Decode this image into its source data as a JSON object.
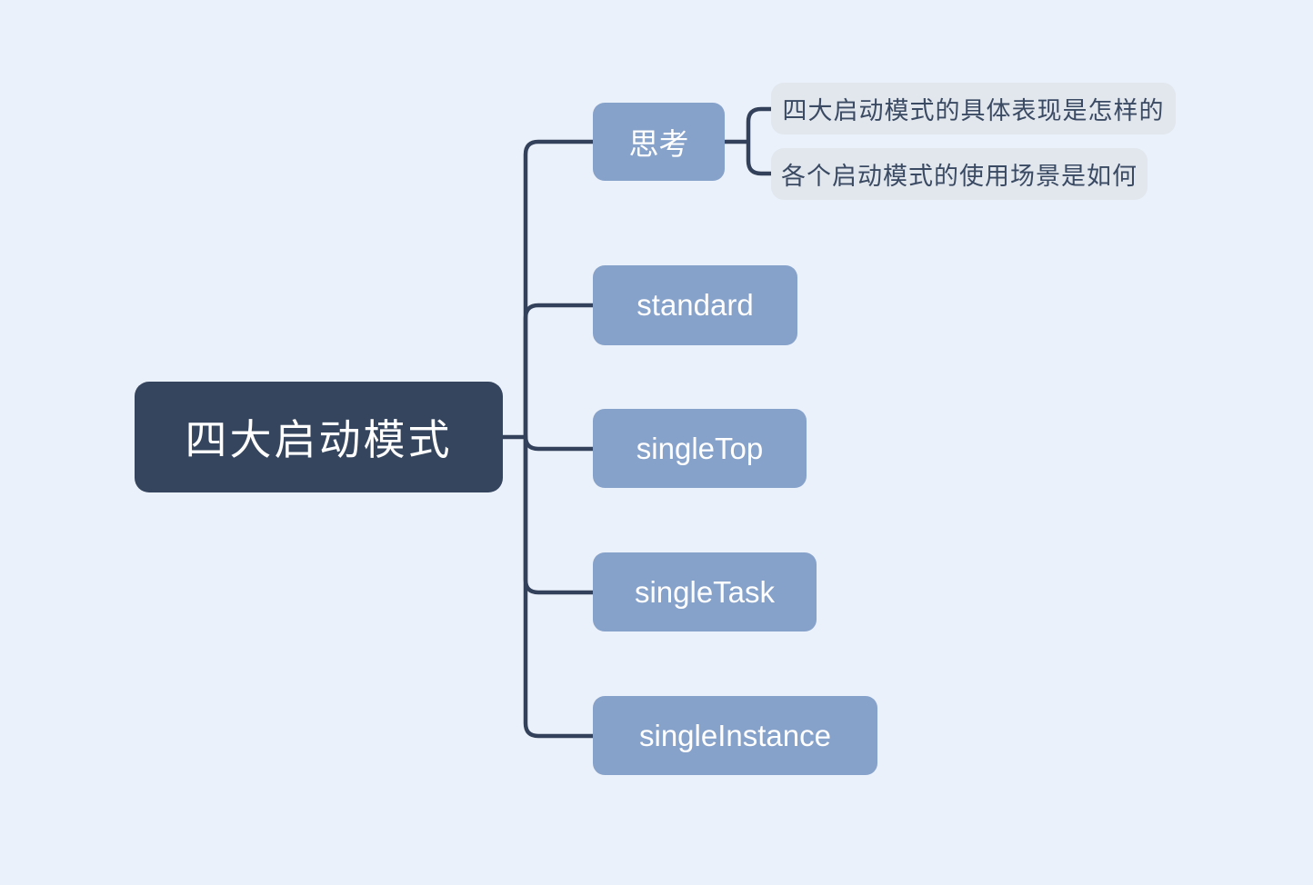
{
  "mindmap": {
    "title": "四大启动模式 mind map",
    "root": {
      "label": "四大启动模式"
    },
    "children": [
      {
        "id": "thinking",
        "label": "思考",
        "leaves": [
          "四大启动模式的具体表现是怎样的",
          "各个启动模式的使用场景是如何"
        ]
      },
      {
        "id": "standard",
        "label": "standard"
      },
      {
        "id": "singletop",
        "label": "singleTop"
      },
      {
        "id": "singletask",
        "label": "singleTask"
      },
      {
        "id": "singleinstance",
        "label": "singleInstance"
      }
    ],
    "colors": {
      "background": "#ebf1fa",
      "root_fill": "#35455e",
      "root_text": "#ffffff",
      "branch_fill": "#87a2ca",
      "branch_text": "#ffffff",
      "leaf_fill": "#e2e7ee",
      "leaf_text": "#3b4a63",
      "connector_line": "#33415a"
    }
  }
}
